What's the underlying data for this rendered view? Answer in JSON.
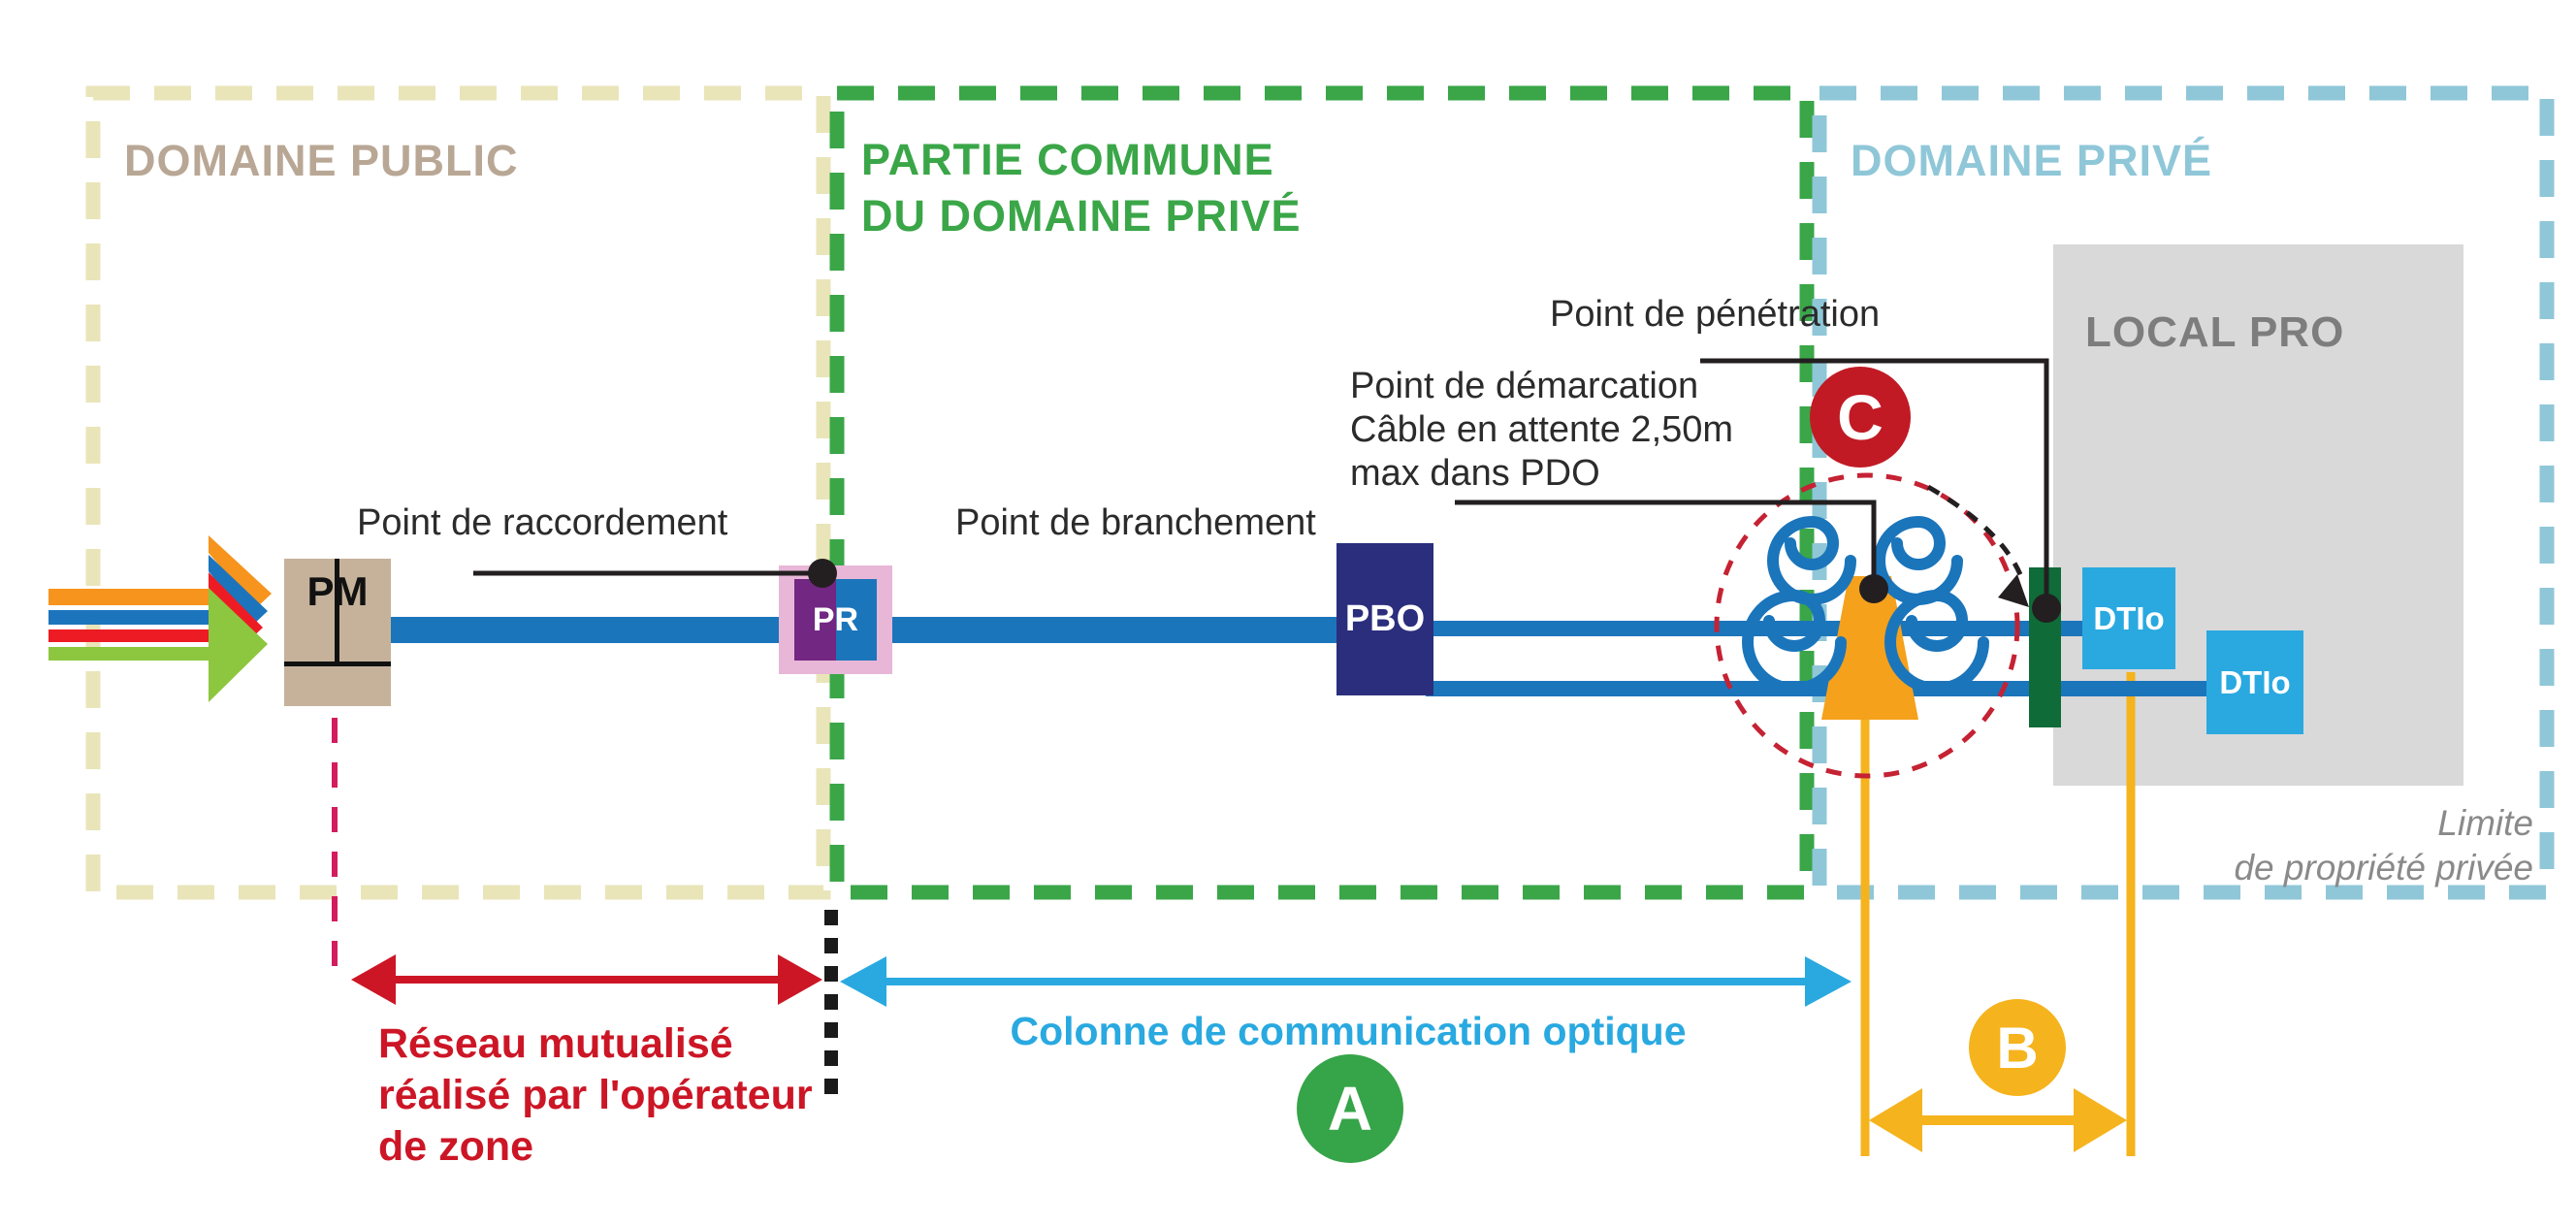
{
  "zones": {
    "public": {
      "label": "DOMAINE PUBLIC"
    },
    "common": {
      "label_line1": "PARTIE COMMUNE",
      "label_line2": "DU DOMAINE PRIVÉ"
    },
    "private": {
      "label": "DOMAINE PRIVÉ"
    }
  },
  "nodes": {
    "pm": {
      "label": "PM"
    },
    "pr": {
      "label": "PR"
    },
    "pbo": {
      "label": "PBO"
    },
    "dtio_1": {
      "label": "DTIo"
    },
    "dtio_2": {
      "label": "DTIo"
    },
    "local_pro": {
      "label": "LOCAL PRO"
    }
  },
  "callouts": {
    "raccordement": {
      "label": "Point de raccordement"
    },
    "branchement": {
      "label": "Point de branchement"
    },
    "penetration": {
      "label": "Point de pénétration"
    },
    "demarcation": {
      "line1": "Point de démarcation",
      "line2": "Câble en attente 2,50m",
      "line3": "max dans PDO"
    },
    "limite": {
      "line1": "Limite",
      "line2": "de propriété privée"
    }
  },
  "measurements": {
    "reseau": {
      "line1": "Réseau mutualisé",
      "line2": "réalisé par l'opérateur",
      "line3": "de zone"
    },
    "colonne": {
      "label": "Colonne de communication optique"
    },
    "badge_a": {
      "label": "A"
    },
    "badge_b": {
      "label": "B"
    },
    "badge_c": {
      "label": "C"
    }
  },
  "colors": {
    "public_border": "#e9e5b9",
    "public_text": "#b9a795",
    "common_green": "#3aa648",
    "private_blue": "#8fc7d8",
    "fiber_blue": "#1b75bb",
    "cyan": "#29a9e0",
    "pm_tan": "#c6b29b",
    "pr_pink": "#e8b7d7",
    "pr_purple": "#722782",
    "pbo_navy": "#2b2e7c",
    "penetration_bar_green": "#0f6b38",
    "orange_triangle": "#f5a11c",
    "yellow": "#f5b31d",
    "red": "#cc1626",
    "badge_c_red": "#c11a24",
    "badge_a_green": "#36a448",
    "magenta_dash": "#d21c5e",
    "gray_box": "#d9d9d9",
    "gray_text": "#7d7d7d"
  }
}
